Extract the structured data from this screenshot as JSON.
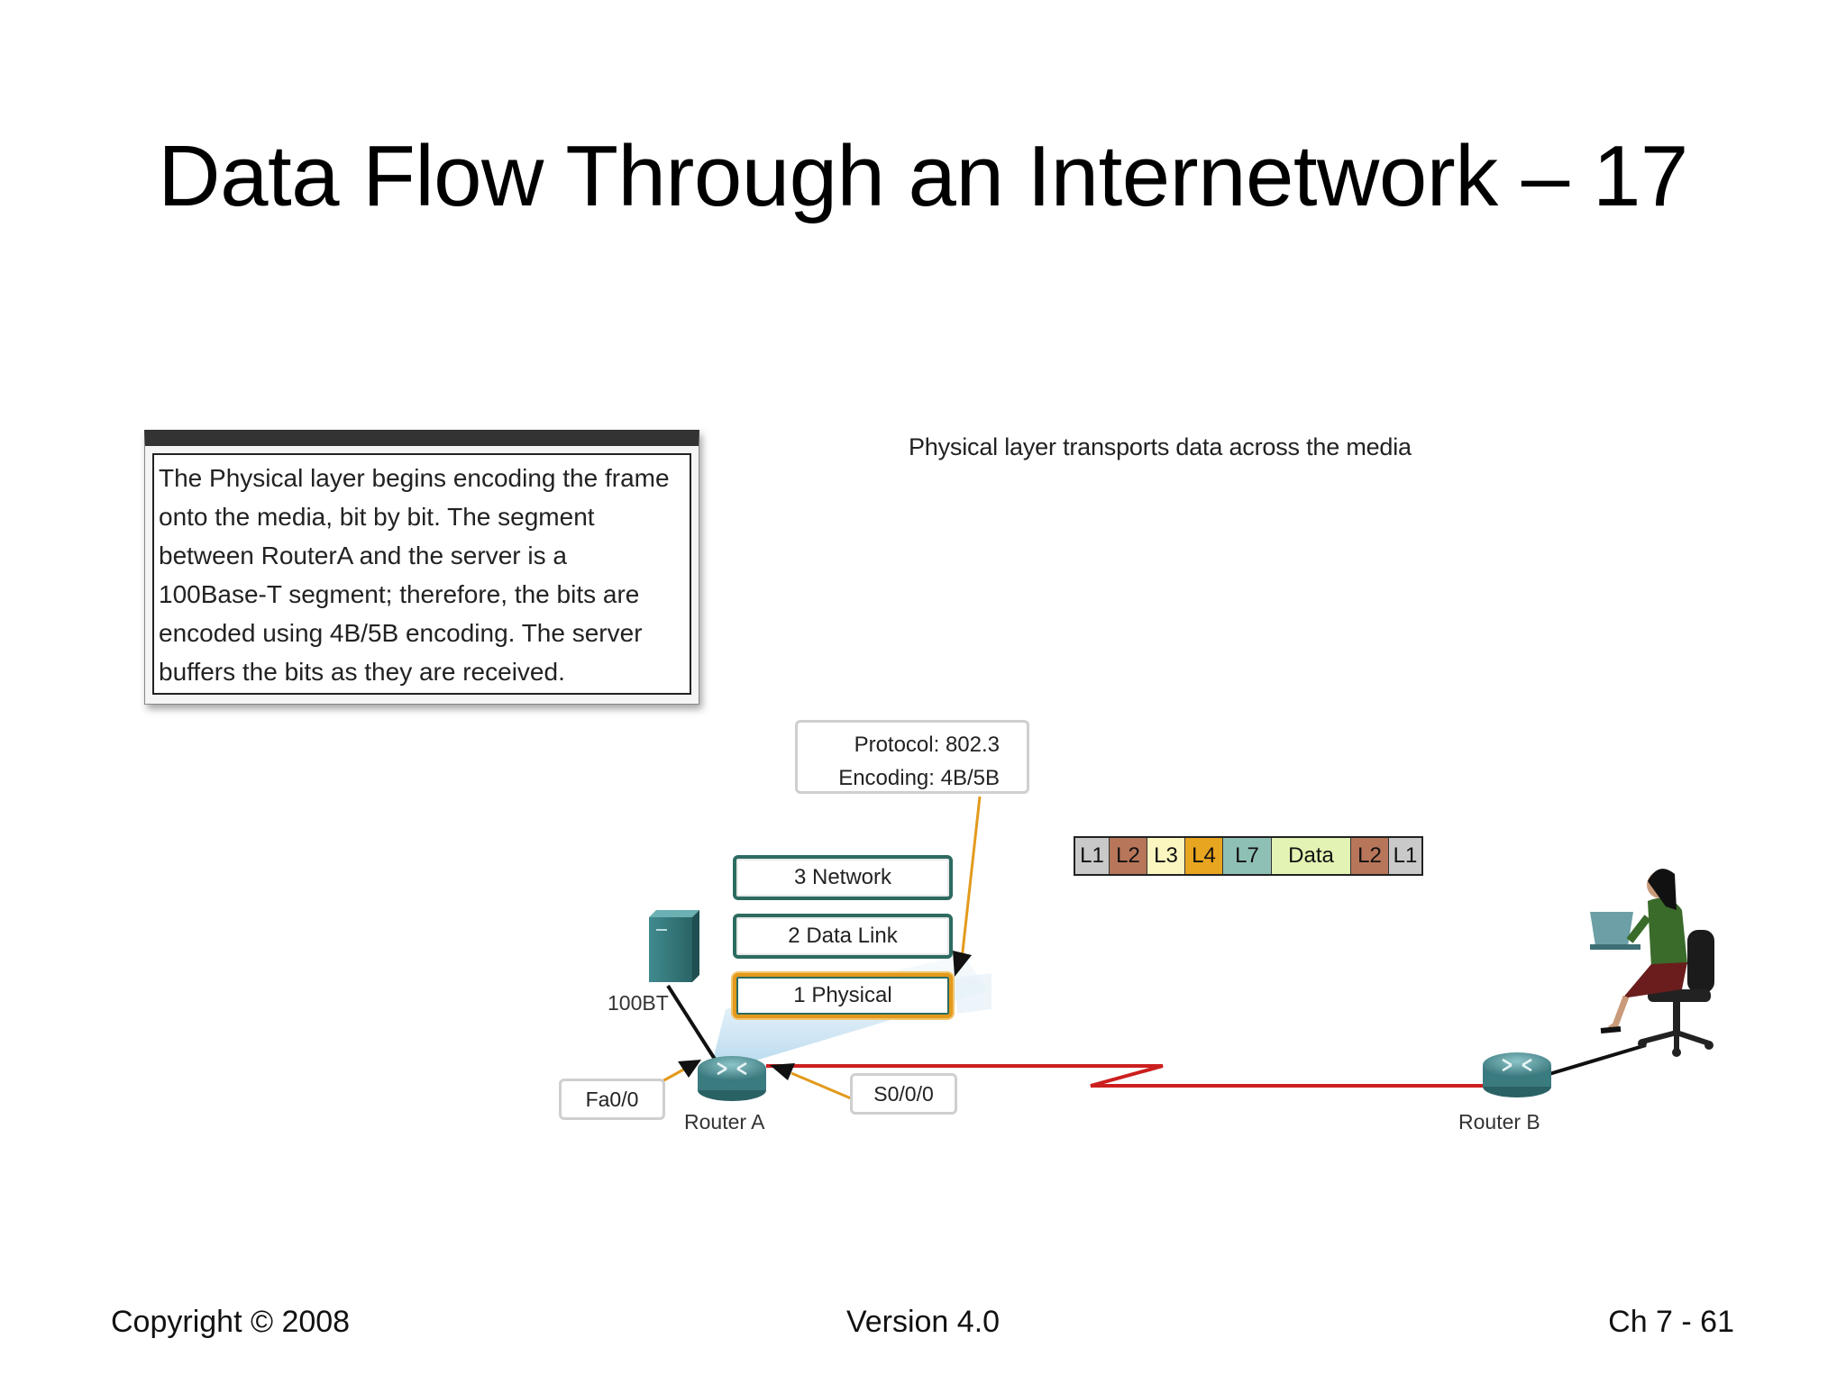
{
  "slide": {
    "title": "Data Flow Through an Internetwork – 17"
  },
  "note": {
    "lines": [
      "The Physical layer begins encoding the frame",
      "onto the media, bit by bit. The segment",
      "between RouterA and the server is a",
      "100Base-T segment; therefore, the bits are",
      "encoded using 4B/5B encoding. The server",
      "buffers the bits as they are received."
    ]
  },
  "diagram": {
    "caption": "Physical layer transports data across the media",
    "protocol_box": {
      "protocol": "Protocol: 802.3",
      "encoding": "Encoding: 4B/5B"
    },
    "layers": [
      {
        "label": "3 Network"
      },
      {
        "label": "2 Data Link"
      },
      {
        "label": "1 Physical"
      }
    ],
    "pdu": [
      {
        "label": "L1",
        "color": "#c9c9c9"
      },
      {
        "label": "L2",
        "color": "#b7765a"
      },
      {
        "label": "L3",
        "color": "#fbf6bf"
      },
      {
        "label": "L4",
        "color": "#e8a51f"
      },
      {
        "label": "L7",
        "color": "#8fc0b5"
      },
      {
        "label": "Data",
        "color": "#e3f3b3"
      },
      {
        "label": "L2",
        "color": "#b7765a"
      },
      {
        "label": "L1",
        "color": "#c9c9c9"
      }
    ],
    "link_label": "100BT",
    "port_fa": "Fa0/0",
    "port_s0": "S0/0/0",
    "router_a": "Router A",
    "router_b": "Router B"
  },
  "footer": {
    "copyright": "Copyright © 2008",
    "version": "Version 4.0",
    "page": "Ch 7 - 61"
  },
  "colors": {
    "teal": "#2d6b60",
    "highlight": "#e39a1c",
    "serial_link": "#cc1f1f",
    "router": "#4e8f96"
  }
}
